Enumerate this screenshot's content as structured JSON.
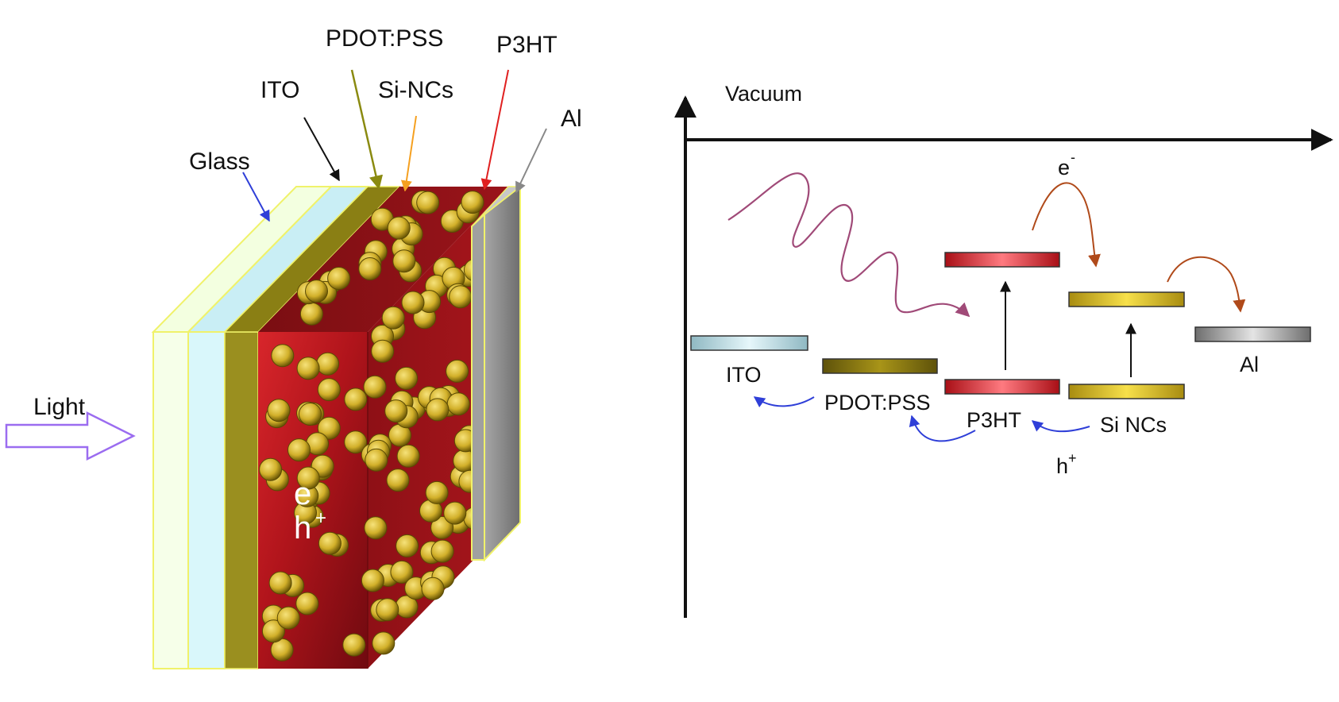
{
  "device": {
    "labels": {
      "pedot": "PDOT:PSS",
      "p3ht": "P3HT",
      "ito": "ITO",
      "sincs": "Si-NCs",
      "al": "Al",
      "glass": "Glass",
      "light": "Light",
      "electron_inner": "e",
      "hole_inner": "h",
      "hole_sup": "+"
    },
    "colors": {
      "glass": "#f6ffe9",
      "ito": "#d9f7fb",
      "pedot": "#9a8f1f",
      "p3ht": "#b3121b",
      "sincs": "#d4b52a",
      "al": "#8c8c8c",
      "outline": "#f0f26a",
      "light_arrow": "#9b6cf0"
    }
  },
  "energy": {
    "axis_label": "Vacuum",
    "electron_label": "e",
    "electron_sup": "-",
    "hole_label": "h",
    "hole_sup": "+",
    "levels": {
      "ito": "ITO",
      "pedot": "PDOT:PSS",
      "p3ht": "P3HT",
      "sincs": "Si NCs",
      "al": "Al"
    },
    "colors": {
      "ito": "#a8d0d8",
      "pedot": "#7c6d0c",
      "p3ht": "#c8141c",
      "sincs": "#c6a81a",
      "al": "#8e8e8e",
      "photon": "#a04a78",
      "electron_arrow": "#b04a1a",
      "hole_arrow": "#2f3fd8"
    }
  }
}
